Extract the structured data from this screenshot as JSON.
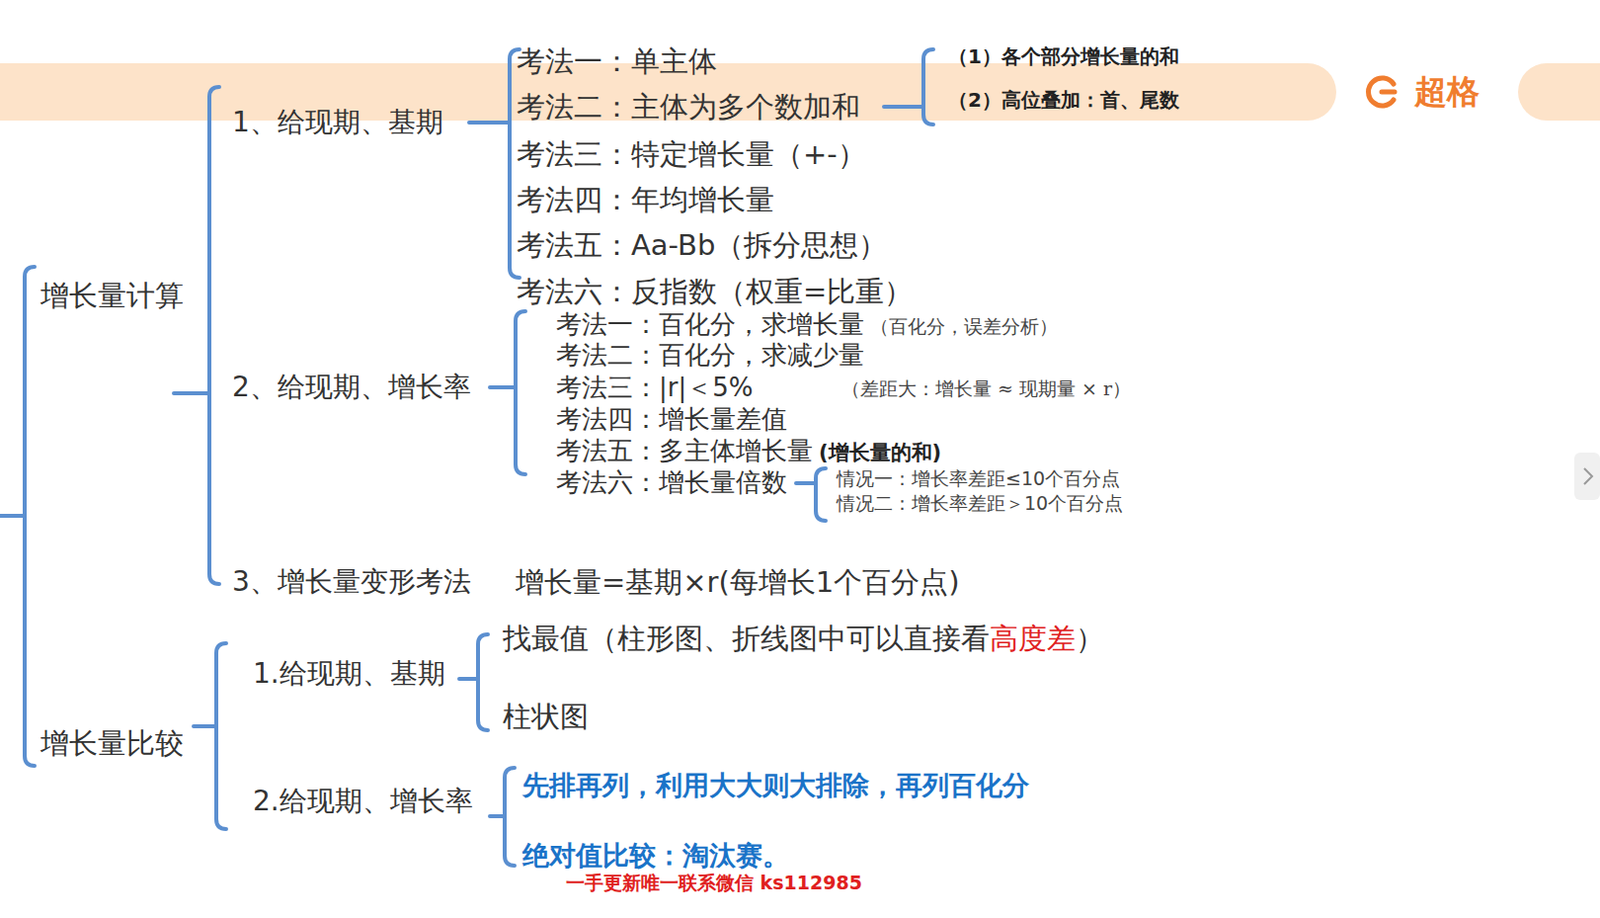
{
  "diagram": {
    "labels": [
      "增长量计算",
      "1、给现期、基期",
      "考法一：单主体",
      "考法二：主体为多个数加和",
      "（1）各个部分增长量的和",
      "（2）高位叠加：首、尾数",
      "超格",
      "考法三：特定增长量（+-）",
      "考法四：年均增长量",
      "考法五：Aa-Bb（拆分思想）",
      "考法六：反指数（权重=比重）",
      "2、给现期、增长率",
      "考法一：百化分，求增长量",
      "（百化分，误差分析）",
      "考法二：百化分，求减少量",
      "考法三：|r|＜5%",
      "（差距大：增长量 ≈ 现期量 × r）",
      "考法四：增长量差值",
      "考法五：多主体增长量",
      "(增长量的和)",
      "考法六：增长量倍数",
      "情况一：增长率差距≤10个百分点",
      "情况二：增长率差距＞10个百分点",
      "3、增长量变形考法",
      "增长量=基期×r(每增长1个百分点)",
      "增长量比较",
      "1.给现期、基期",
      "找最值（柱形图、折线图中可以直接看",
      "高度差",
      "）",
      "柱状图",
      "2.给现期、增长率",
      "先排再列，利用大大则大排除，再列百化分",
      "绝对值比较：淘汰赛。",
      "一手更新唯一联系微信 ks112985"
    ]
  }
}
